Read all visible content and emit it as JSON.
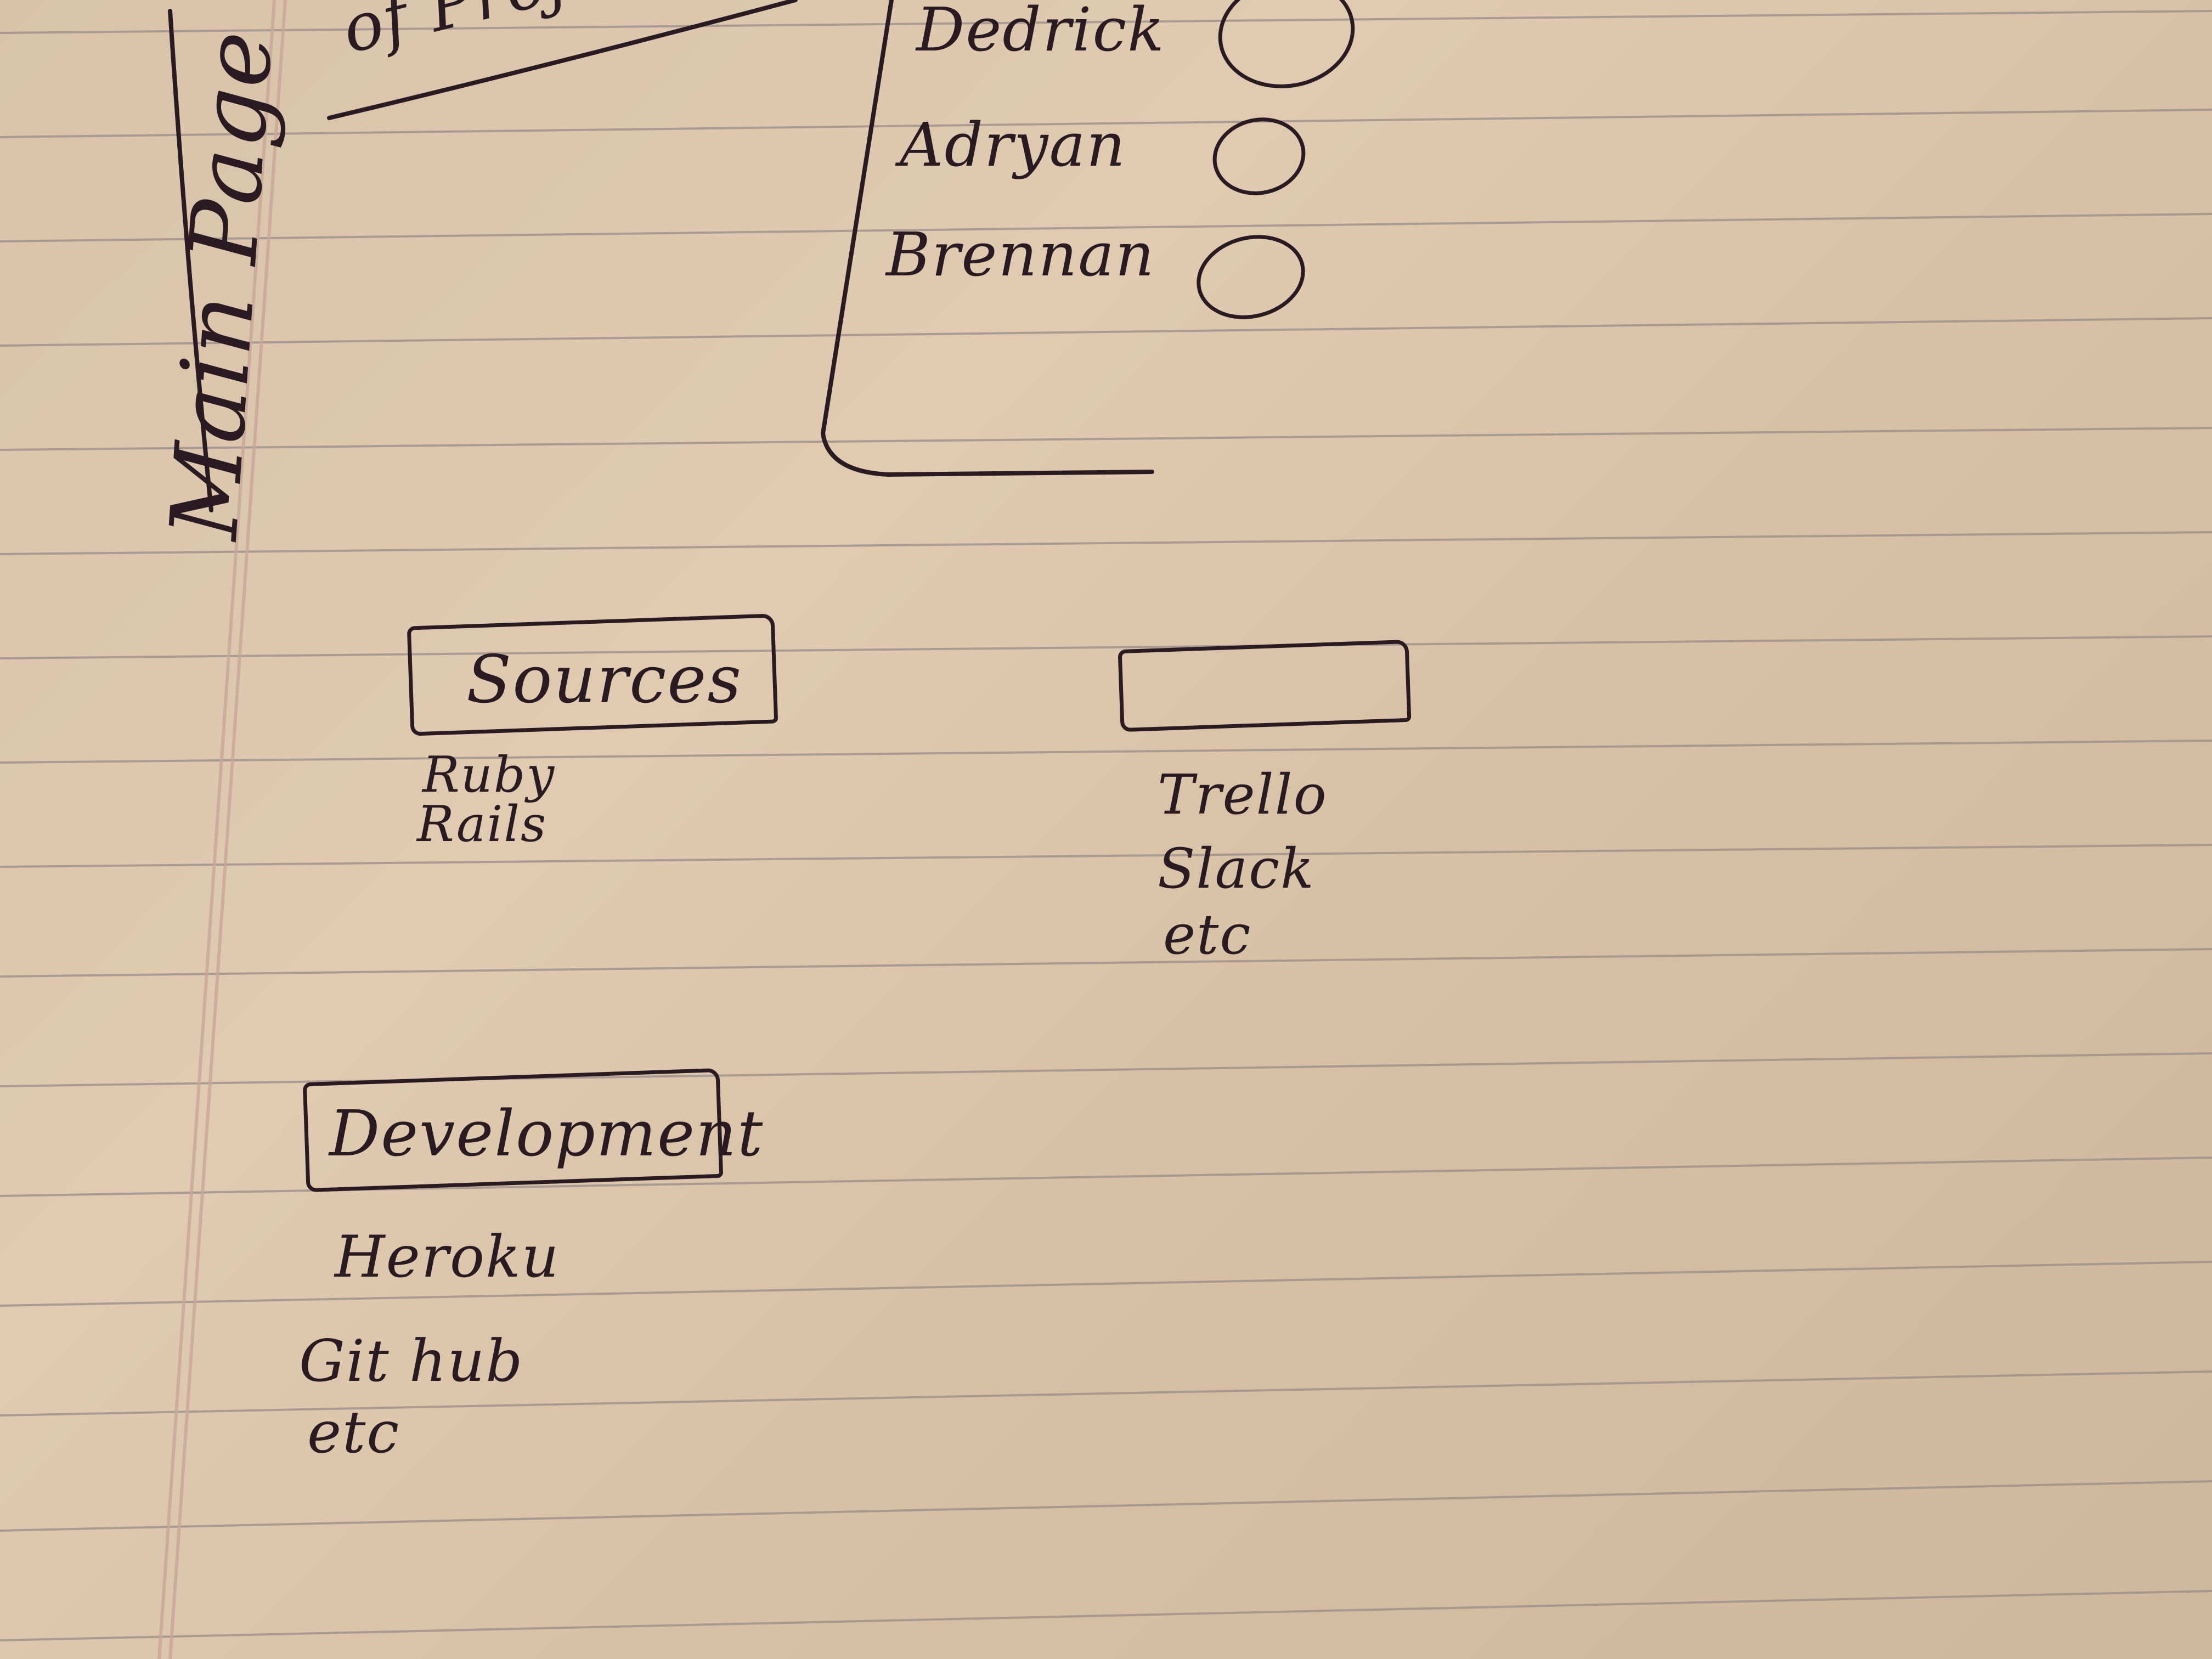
{
  "sidebar": {
    "title": "Main Page"
  },
  "header": {
    "partial_title": "of Project"
  },
  "team": {
    "members": [
      {
        "name": "Dedrick",
        "avatar": "avatar-circle"
      },
      {
        "name": "Adryan",
        "avatar": "avatar-circle"
      },
      {
        "name": "Brennan",
        "avatar": "avatar-circle"
      }
    ]
  },
  "sources": {
    "heading": "Sources",
    "items": [
      "Ruby",
      "Rails"
    ]
  },
  "tools": {
    "heading": "",
    "items": [
      "Trello",
      "Slack",
      "etc"
    ]
  },
  "development": {
    "heading": "Development",
    "items": [
      "Heroku",
      "Git hub",
      "etc"
    ]
  },
  "colors": {
    "ink": "#2a1a22",
    "paper": "#dcc6ab",
    "rule_line": "#9a8c8a",
    "margin_line": "#c9a79a"
  }
}
